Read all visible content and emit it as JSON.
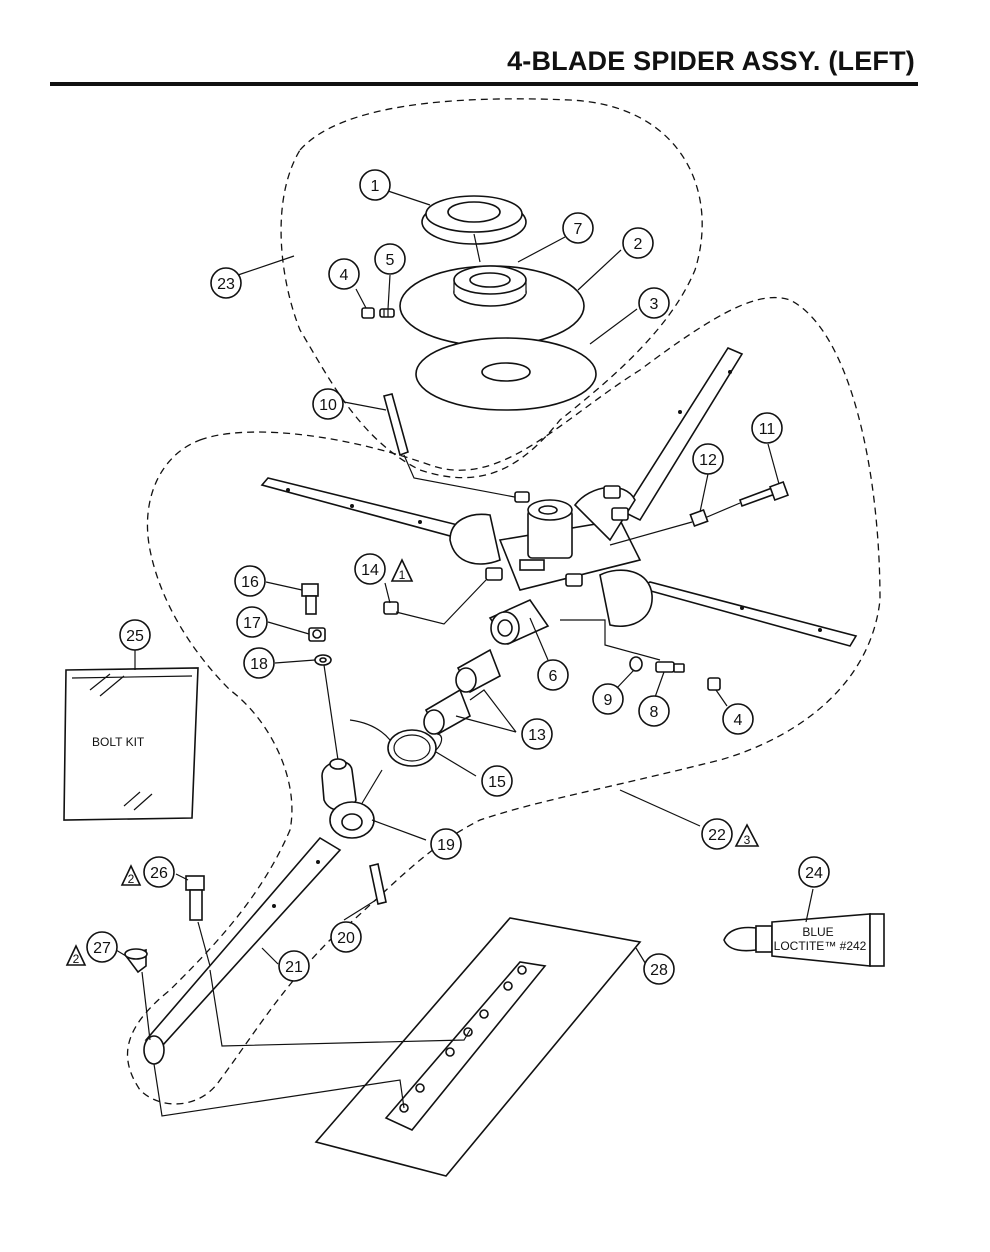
{
  "title": "4-BLADE SPIDER ASSY. (LEFT)",
  "labels": {
    "bolt_kit": "BOLT KIT",
    "loctite_line1": "BLUE",
    "loctite_line2": "LOCTITE™ #242"
  },
  "callouts": [
    {
      "id": "c1",
      "text": "1"
    },
    {
      "id": "c2",
      "text": "2"
    },
    {
      "id": "c3",
      "text": "3"
    },
    {
      "id": "c4a",
      "text": "4"
    },
    {
      "id": "c5",
      "text": "5"
    },
    {
      "id": "c7",
      "text": "7"
    },
    {
      "id": "c10",
      "text": "10"
    },
    {
      "id": "c11",
      "text": "11"
    },
    {
      "id": "c12",
      "text": "12"
    },
    {
      "id": "c14",
      "text": "14"
    },
    {
      "id": "c16",
      "text": "16"
    },
    {
      "id": "c17",
      "text": "17"
    },
    {
      "id": "c18",
      "text": "18"
    },
    {
      "id": "c6",
      "text": "6"
    },
    {
      "id": "c9",
      "text": "9"
    },
    {
      "id": "c8",
      "text": "8"
    },
    {
      "id": "c4b",
      "text": "4"
    },
    {
      "id": "c13",
      "text": "13"
    },
    {
      "id": "c15",
      "text": "15"
    },
    {
      "id": "c19",
      "text": "19"
    },
    {
      "id": "c20",
      "text": "20"
    },
    {
      "id": "c21",
      "text": "21"
    },
    {
      "id": "c22",
      "text": "22"
    },
    {
      "id": "c23",
      "text": "23"
    },
    {
      "id": "c24",
      "text": "24"
    },
    {
      "id": "c25",
      "text": "25"
    },
    {
      "id": "c26",
      "text": "26"
    },
    {
      "id": "c27",
      "text": "27"
    },
    {
      "id": "c28",
      "text": "28"
    }
  ],
  "notes": [
    {
      "id": "n14",
      "text": "1"
    },
    {
      "id": "n22",
      "text": "3"
    },
    {
      "id": "n26",
      "text": "2"
    },
    {
      "id": "n27",
      "text": "2"
    }
  ]
}
